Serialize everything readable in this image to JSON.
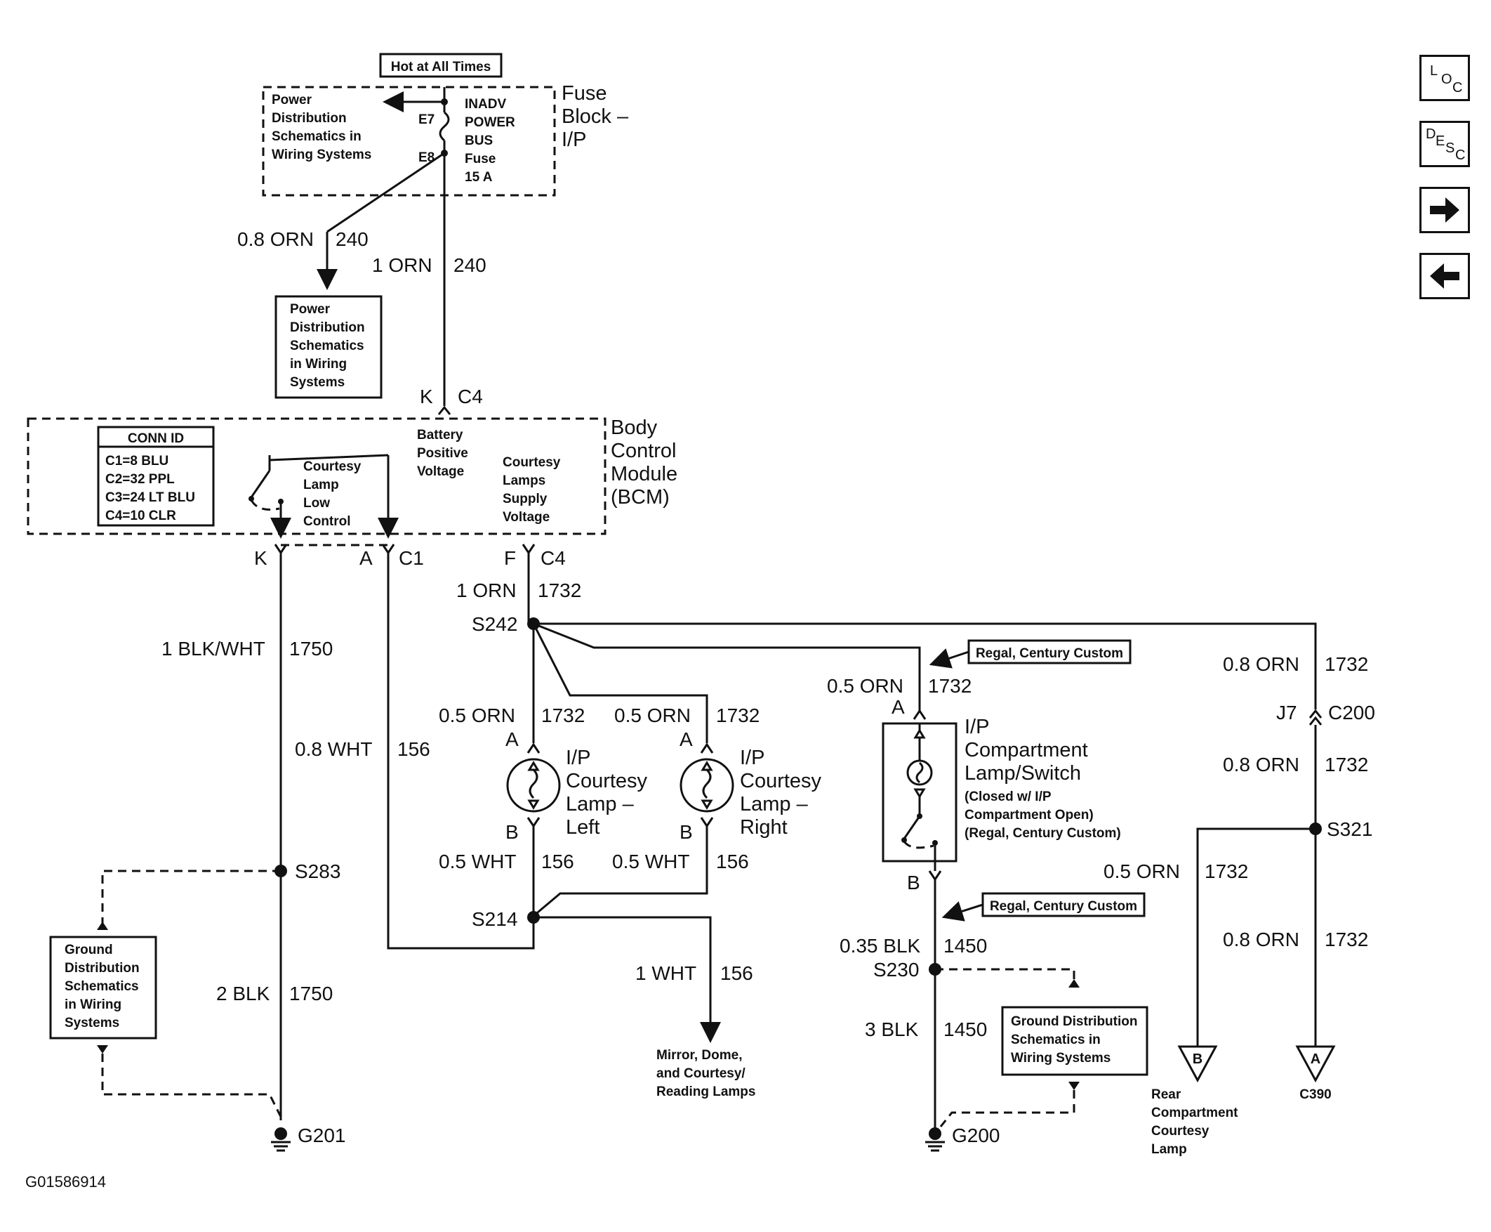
{
  "diagram_id": "G01586914",
  "nav": {
    "loc": {
      "l1": "L",
      "l2": "O",
      "l3": "C"
    },
    "desc": {
      "l1": "D",
      "l2": "E",
      "l3": "S",
      "l4": "C"
    }
  },
  "fuse_block": {
    "hot_label": "Hot at All Times",
    "pd_text": [
      "Power",
      "Distribution",
      "Schematics in",
      "Wiring Systems"
    ],
    "fuse_text": [
      "INADV",
      "POWER",
      "BUS",
      "Fuse",
      "15 A"
    ],
    "term_top": "E7",
    "term_bottom": "E8",
    "title": [
      "Fuse",
      "Block –",
      "I/P"
    ]
  },
  "wire_240a": {
    "size": "0.8 ORN",
    "circuit": "240"
  },
  "wire_240b": {
    "size": "1 ORN",
    "circuit": "240"
  },
  "pd_box": [
    "Power",
    "Distribution",
    "Schematics",
    "in Wiring",
    "Systems"
  ],
  "bcm": {
    "top_pin": "K",
    "top_conn": "C4",
    "conn_id_title": "CONN ID",
    "conn_id_lines": [
      "C1=8 BLU",
      "C2=32 PPL",
      "C3=24 LT BLU",
      "C4=10 CLR"
    ],
    "courtesy_low": [
      "Courtesy",
      "Lamp",
      "Low",
      "Control"
    ],
    "batt_pos": [
      "Battery",
      "Positive",
      "Voltage"
    ],
    "supply": [
      "Courtesy",
      "Lamps",
      "Supply",
      "Voltage"
    ],
    "title": [
      "Body",
      "Control",
      "Module",
      "(BCM)"
    ],
    "pin_k": "K",
    "pin_a": "A",
    "conn_c1": "C1",
    "pin_f": "F",
    "conn_c4": "C4"
  },
  "w1750a": {
    "size": "1 BLK/WHT",
    "circuit": "1750"
  },
  "w156a": {
    "size": "0.8 WHT",
    "circuit": "156"
  },
  "w1732a": {
    "size": "1 ORN",
    "circuit": "1732"
  },
  "splice_s242": "S242",
  "splice_s283": "S283",
  "splice_s214": "S214",
  "splice_s230": "S230",
  "splice_s321": "S321",
  "ground_g201": "G201",
  "ground_g200": "G200",
  "ground_box_left": [
    "Ground",
    "Distribution",
    "Schematics",
    "in Wiring",
    "Systems"
  ],
  "w1750b": {
    "size": "2 BLK",
    "circuit": "1750"
  },
  "lamp_left": {
    "wire_in": {
      "size": "0.5 ORN",
      "circuit": "1732"
    },
    "pin_a": "A",
    "pin_b": "B",
    "label": [
      "I/P",
      "Courtesy",
      "Lamp –",
      "Left"
    ],
    "wire_out": {
      "size": "0.5 WHT",
      "circuit": "156"
    }
  },
  "lamp_right": {
    "wire_in": {
      "size": "0.5 ORN",
      "circuit": "1732"
    },
    "pin_a": "A",
    "pin_b": "B",
    "label": [
      "I/P",
      "Courtesy",
      "Lamp –",
      "Right"
    ],
    "wire_out": {
      "size": "0.5 WHT",
      "circuit": "156"
    }
  },
  "w156_out": {
    "size": "1 WHT",
    "circuit": "156"
  },
  "mirror_label": [
    "Mirror, Dome,",
    "and Courtesy/",
    "Reading Lamps"
  ],
  "compartment": {
    "option_label": "Regal, Century Custom",
    "wire_in": {
      "size": "0.5 ORN",
      "circuit": "1732"
    },
    "pin_a": "A",
    "pin_b": "B",
    "title": [
      "I/P",
      "Compartment",
      "Lamp/Switch"
    ],
    "note": [
      "(Closed w/ I/P",
      "Compartment Open)",
      "(Regal, Century Custom)"
    ],
    "option_label2": "Regal, Century Custom",
    "wire_gnd": {
      "size": "0.35 BLK",
      "circuit": "1450"
    },
    "wire_g200": {
      "size": "3 BLK",
      "circuit": "1450"
    },
    "ground_box": [
      "Ground Distribution",
      "Schematics in",
      "Wiring Systems"
    ]
  },
  "rear": {
    "w1": {
      "size": "0.8 ORN",
      "circuit": "1732"
    },
    "pin_j7": "J7",
    "conn_c200": "C200",
    "w2": {
      "size": "0.8 ORN",
      "circuit": "1732"
    },
    "w3": {
      "size": "0.5 ORN",
      "circuit": "1732"
    },
    "w4": {
      "size": "0.8 ORN",
      "circuit": "1732"
    },
    "tri_b": "B",
    "tri_a": "A",
    "rear_label": [
      "Rear",
      "Compartment",
      "Courtesy",
      "Lamp"
    ],
    "c390": "C390"
  }
}
